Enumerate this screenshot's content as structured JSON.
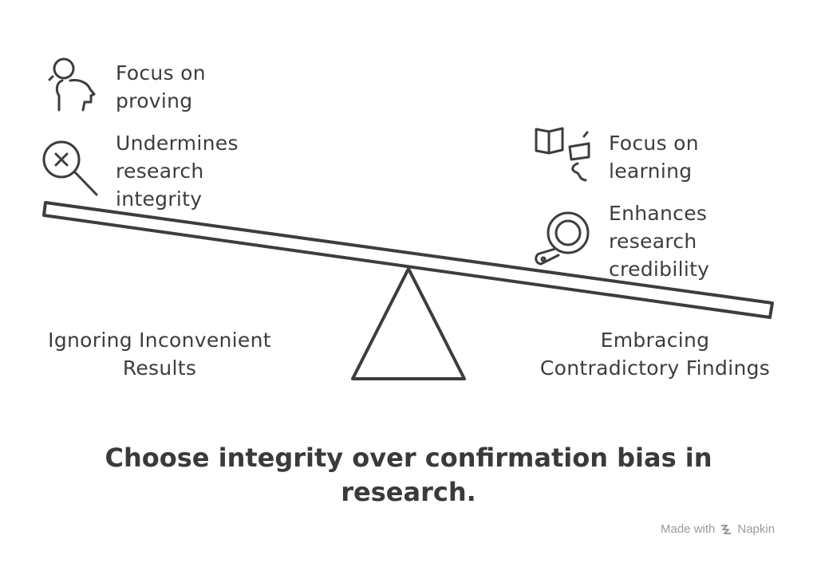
{
  "left": {
    "title": [
      "Ignoring Inconvenient",
      "Results"
    ],
    "points": [
      {
        "icon": "head-person-icon",
        "text": [
          "Focus on",
          "proving"
        ]
      },
      {
        "icon": "magnifier-x-icon",
        "text": [
          "Undermines",
          "research",
          "integrity"
        ]
      }
    ]
  },
  "right": {
    "title": [
      "Embracing",
      "Contradictory Findings"
    ],
    "points": [
      {
        "icon": "book-thought-icon",
        "text": [
          "Focus on",
          "learning"
        ]
      },
      {
        "icon": "magnifier-icon",
        "text": [
          "Enhances",
          "research",
          "credibility"
        ]
      }
    ]
  },
  "headline": [
    "Choose integrity over confirmation bias in",
    "research."
  ],
  "credit": {
    "prefix": "Made with",
    "brand": "Napkin"
  },
  "colors": {
    "ink": "#3a3a3a",
    "background": "#ffffff",
    "credit": "#9a9a9a"
  }
}
